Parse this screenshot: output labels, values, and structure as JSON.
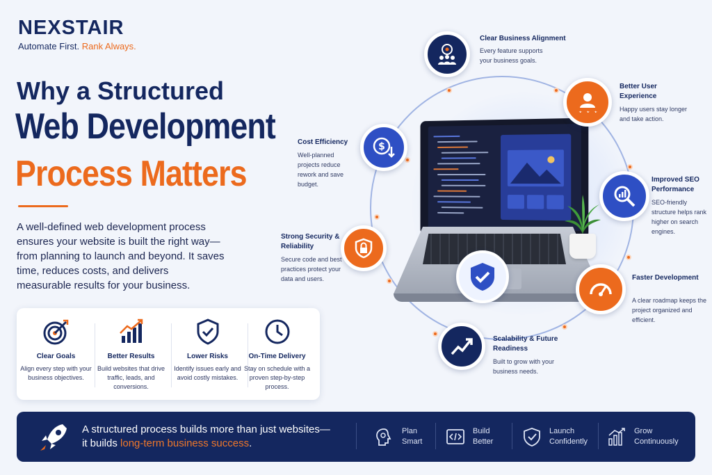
{
  "brand": {
    "name": "NEXSTAIR",
    "tagline_a": "Automate First.",
    "tagline_b": "Rank Always."
  },
  "heading": {
    "line1": "Why a Structured",
    "line2": "Web Development",
    "line3": "Process Matters"
  },
  "intro": "A well-defined web development process ensures your website is built the right way—from planning to launch and beyond. It saves time, reduces costs, and delivers measurable results for your business.",
  "benefits": [
    {
      "icon": "target-icon",
      "title": "Clear Goals",
      "desc": "Align every step with your business objectives."
    },
    {
      "icon": "growth-chart-icon",
      "title": "Better Results",
      "desc": "Build websites that drive traffic, leads, and conversions."
    },
    {
      "icon": "shield-check-icon",
      "title": "Lower Risks",
      "desc": "Identify issues early and avoid costly mistakes."
    },
    {
      "icon": "clock-icon",
      "title": "On-Time Delivery",
      "desc": "Stay on schedule with a proven step-by-step process."
    }
  ],
  "features": [
    {
      "icon": "team-target-icon",
      "title": "Clear Business Alignment",
      "desc": "Every feature supports your business goals."
    },
    {
      "icon": "user-rating-icon",
      "title": "Better User Experience",
      "desc": "Happy users stay longer and take action."
    },
    {
      "icon": "seo-search-icon",
      "title": "Improved SEO Performance",
      "desc": "SEO-friendly structure helps rank higher on search engines."
    },
    {
      "icon": "speedometer-icon",
      "title": "Faster Development",
      "desc": "A clear roadmap keeps the project organized and efficient."
    },
    {
      "icon": "scalability-chart-icon",
      "title": "Scalability & Future Readiness",
      "desc": "Built to grow with your business needs."
    },
    {
      "icon": "security-lock-icon",
      "title": "Strong Security & Reliability",
      "desc": "Secure code and best practices protect your data and users."
    },
    {
      "icon": "cost-dollar-icon",
      "title": "Cost Efficiency",
      "desc": "Well-planned projects reduce rework and save budget."
    }
  ],
  "banner": {
    "text_a": "A structured process builds more than just websites—",
    "text_b": "it builds",
    "text_highlight": "long-term business success",
    "text_end": ".",
    "steps": [
      {
        "icon": "brain-icon",
        "line1": "Plan",
        "line2": "Smart"
      },
      {
        "icon": "code-icon",
        "line1": "Build",
        "line2": "Better"
      },
      {
        "icon": "shield-check-icon",
        "line1": "Launch",
        "line2": "Confidently"
      },
      {
        "icon": "bar-growth-icon",
        "line1": "Grow",
        "line2": "Continuously"
      }
    ]
  },
  "colors": {
    "navy": "#14275f",
    "orange": "#ec6a1d",
    "blue": "#2e4fc4",
    "background": "#f2f5fb"
  }
}
